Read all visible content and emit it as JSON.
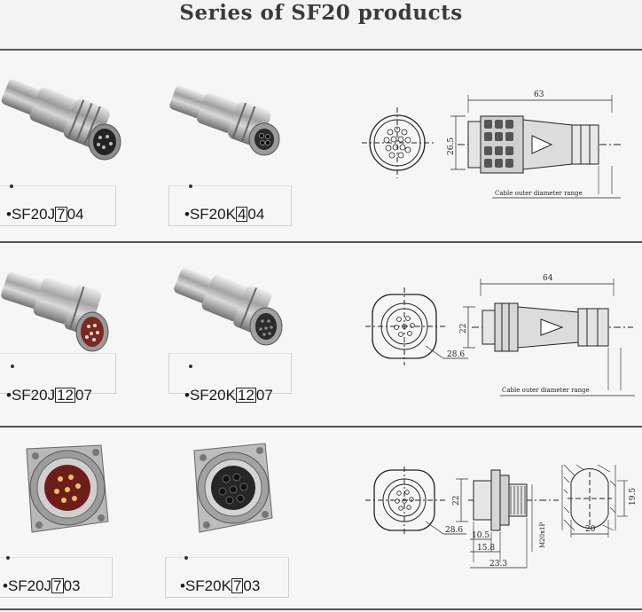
{
  "title": "Series of SF20 products",
  "rows": [
    {
      "products": [
        {
          "prefix": "SF20J",
          "code": "7",
          "suffix": "04"
        },
        {
          "prefix": "SF20K",
          "code": "4",
          "suffix": "04"
        }
      ],
      "drawing": {
        "length": "63",
        "diameter": "26.5",
        "cable_note": "Cable outer diameter range"
      }
    },
    {
      "products": [
        {
          "prefix": "SF20J",
          "code": "12",
          "suffix": "07"
        },
        {
          "prefix": "SF20K",
          "code": "12",
          "suffix": "07"
        }
      ],
      "drawing": {
        "length": "64",
        "diameter": "22",
        "face": "28.6",
        "cable_note": "Cable outer diameter range"
      }
    },
    {
      "products": [
        {
          "prefix": "SF20J",
          "code": "7",
          "suffix": "03"
        },
        {
          "prefix": "SF20K",
          "code": "7",
          "suffix": "03"
        }
      ],
      "drawing": {
        "diameter": "22",
        "face": "28.6",
        "d1": "10.5",
        "d2": "15.8",
        "d3": "23.3",
        "thread": "M20x1P",
        "panel_w": "20",
        "panel_h": "19.5"
      }
    }
  ]
}
